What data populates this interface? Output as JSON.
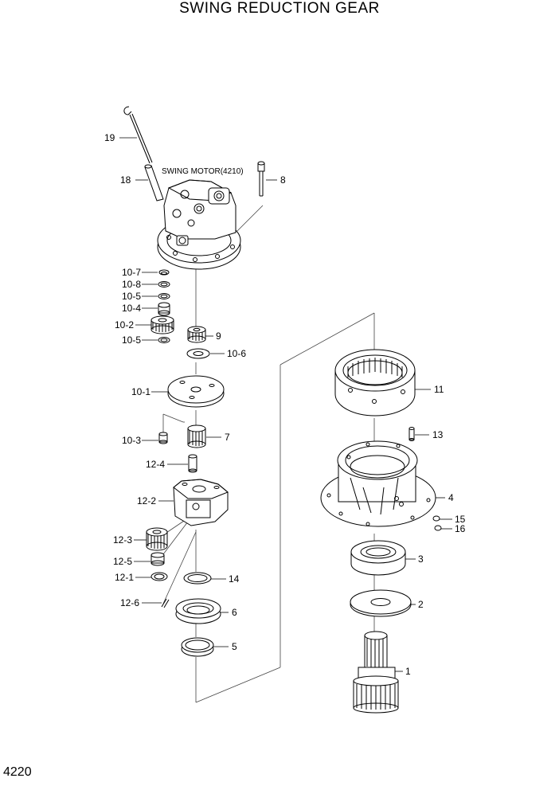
{
  "page": {
    "title": "SWING REDUCTION GEAR",
    "page_number": "4220"
  },
  "diagram": {
    "assembly_note": "SWING MOTOR(4210)",
    "labels": {
      "p19": "19",
      "p18": "18",
      "p8": "8",
      "p10_7": "10-7",
      "p10_8": "10-8",
      "p10_5a": "10-5",
      "p10_4": "10-4",
      "p10_2": "10-2",
      "p9": "9",
      "p10_5b": "10-5",
      "p10_6": "10-6",
      "p10_1": "10-1",
      "p10_3": "10-3",
      "p7": "7",
      "p12_4": "12-4",
      "p12_2": "12-2",
      "p12_3": "12-3",
      "p12_5": "12-5",
      "p12_1": "12-1",
      "p14": "14",
      "p12_6": "12-6",
      "p6": "6",
      "p5": "5",
      "p11": "11",
      "p13": "13",
      "p4": "4",
      "p15": "15",
      "p16": "16",
      "p3": "3",
      "p2": "2",
      "p1": "1"
    }
  }
}
